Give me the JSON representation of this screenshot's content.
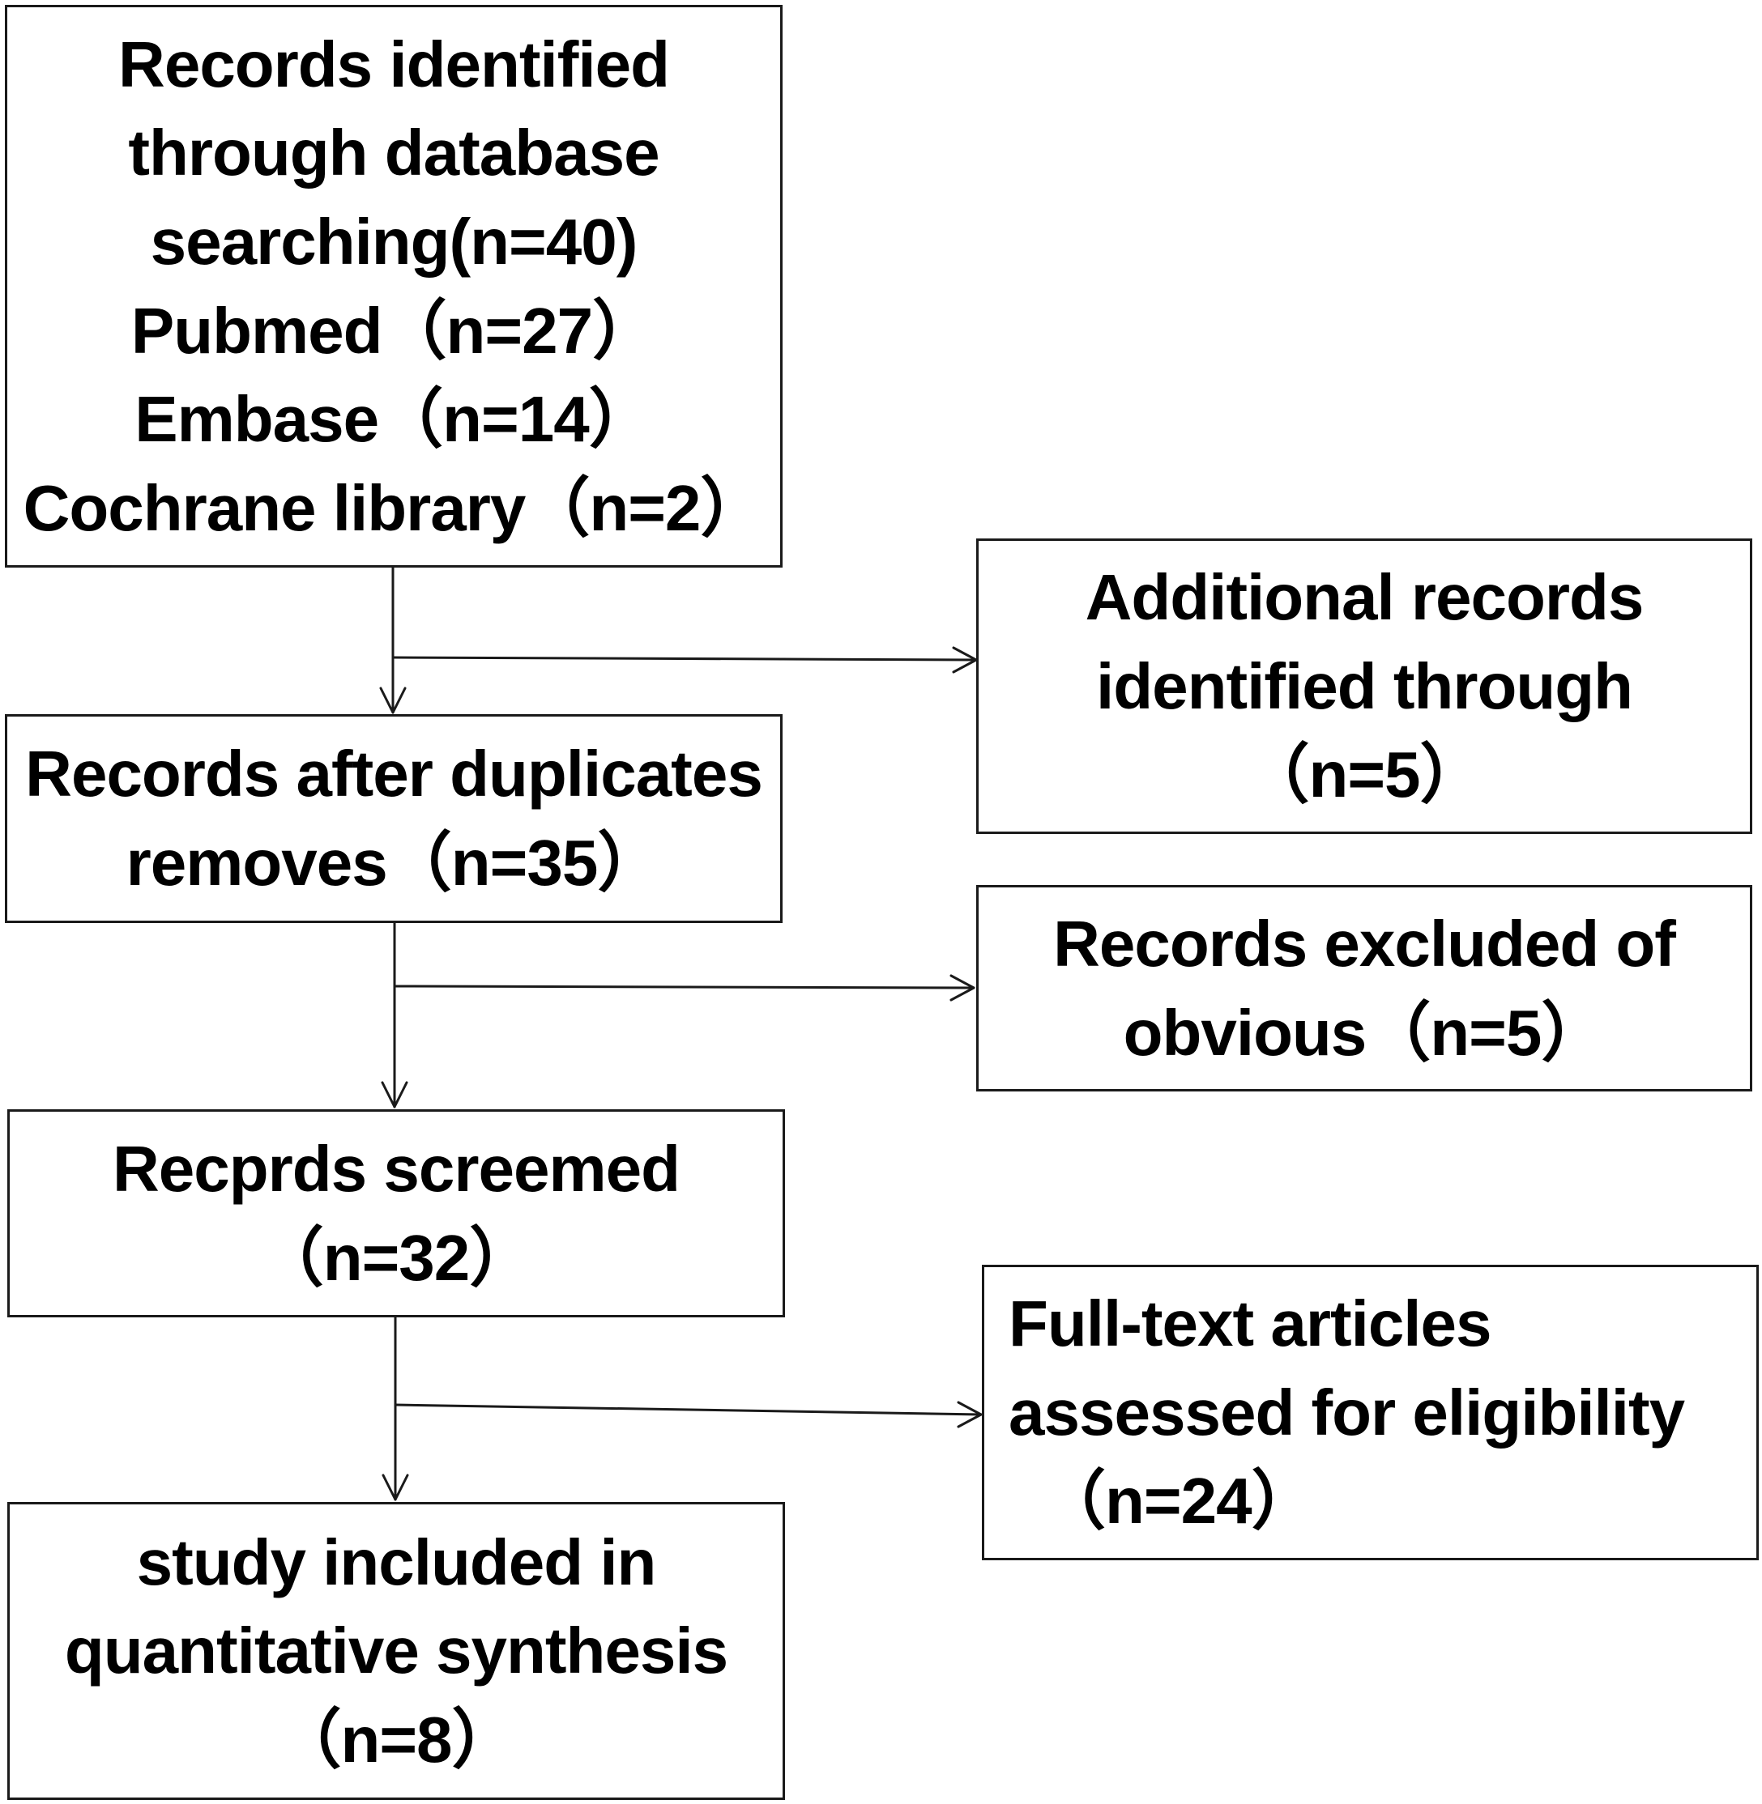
{
  "diagram": {
    "nodes": {
      "identified": {
        "lines": [
          "Records identified",
          "through database",
          "searching(n=40)",
          "Pubmed（n=27）",
          "Embase（n=14）",
          "Cochrane library（n=2）"
        ]
      },
      "additional": {
        "lines": [
          "Additional records",
          "identified through",
          "（n=5）"
        ]
      },
      "after_duplicates": {
        "lines": [
          "Records after duplicates",
          "removes（n=35）"
        ]
      },
      "excluded": {
        "lines": [
          "Records excluded of",
          "obvious（n=5）"
        ]
      },
      "screened": {
        "lines": [
          "Recprds screemed",
          "（n=32）"
        ]
      },
      "full_text": {
        "lines": [
          "Full-text articles",
          "assessed for eligibility",
          "（n=24）"
        ]
      },
      "included": {
        "lines": [
          "study included in",
          "quantitative synthesis",
          "（n=8）"
        ]
      }
    },
    "colors": {
      "border": "#1a1a1a",
      "text": "#000000",
      "background": "#ffffff"
    }
  }
}
